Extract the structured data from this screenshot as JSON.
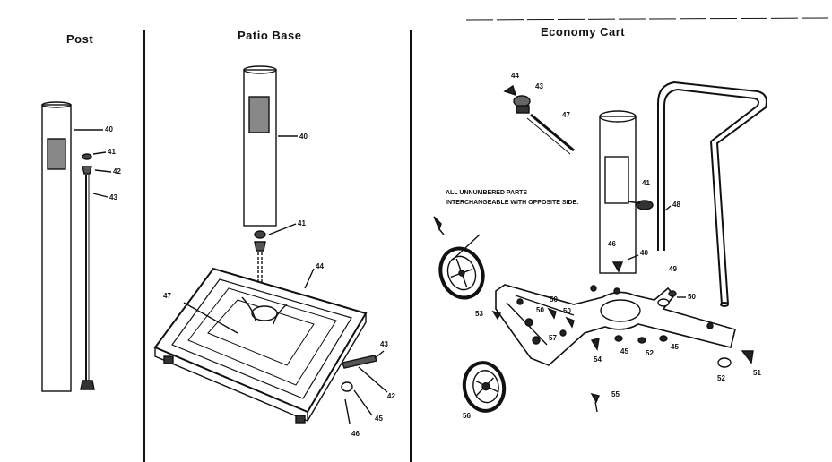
{
  "sections": {
    "post": {
      "title": "Post",
      "labels": [
        "40",
        "41",
        "42",
        "43"
      ]
    },
    "patio_base": {
      "title": "Patio Base",
      "labels": [
        "40",
        "41",
        "44",
        "47",
        "43",
        "42",
        "45",
        "46"
      ]
    },
    "economy_cart": {
      "title": "Economy Cart",
      "note": "ALL UNNUMBERED PARTS INTERCHANGEABLE WITH OPPOSITE SIDE.",
      "labels": [
        "44",
        "43",
        "47",
        "41",
        "48",
        "40",
        "46",
        "49",
        "50",
        "50",
        "53",
        "50",
        "50",
        "57",
        "54",
        "45",
        "52",
        "45",
        "52",
        "51",
        "55",
        "56"
      ]
    }
  }
}
